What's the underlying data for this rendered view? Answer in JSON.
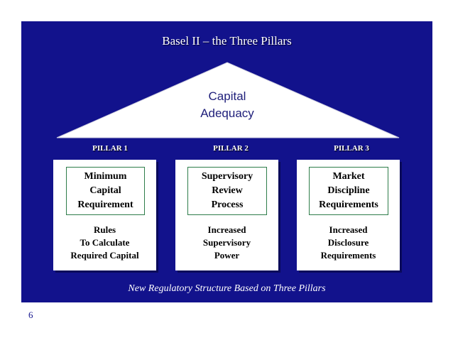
{
  "slide": {
    "title": "Basel II – the Three Pillars",
    "roof_text": "Capital\nAdequacy",
    "pillars": [
      {
        "label": "PILLAR 1",
        "heading": "Minimum\nCapital\nRequirement",
        "body": "Rules\nTo Calculate\nRequired Capital"
      },
      {
        "label": "PILLAR 2",
        "heading": "Supervisory\nReview\nProcess",
        "body": "Increased\nSupervisory\nPower"
      },
      {
        "label": "PILLAR 3",
        "heading": "Market\nDiscipline\nRequirements",
        "body": "Increased\nDisclosure\nRequirements"
      }
    ],
    "caption": "New Regulatory Structure Based on Three Pillars",
    "page_number": "6"
  },
  "colors": {
    "background": "#12128c",
    "roof": "#ffffff",
    "roof_text": "#1e1e7a",
    "heading_border": "#2e7d4a",
    "page_number": "#12128c"
  }
}
